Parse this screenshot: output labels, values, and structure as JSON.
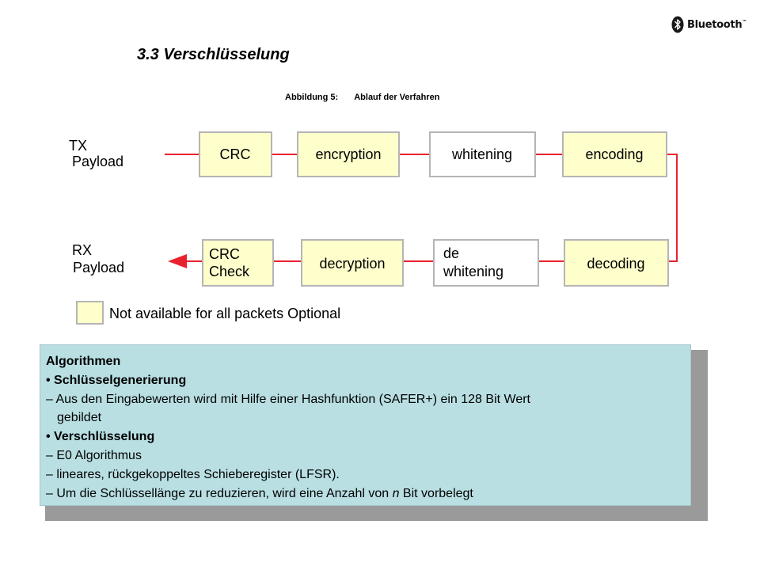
{
  "logo": {
    "text": "Bluetooth",
    "mark": "™",
    "icon": "bluetooth-rune-icon"
  },
  "title": "3.3 Verschlüsselung",
  "caption": {
    "label": "Abbildung 5:",
    "text": "Ablauf der Verfahren"
  },
  "diagram": {
    "tx_label": [
      "TX",
      "Payload"
    ],
    "rx_label": [
      "RX",
      "Payload"
    ],
    "tx_blocks": [
      "CRC",
      "encryption",
      "whitening",
      "encoding"
    ],
    "rx_blocks": [
      [
        "CRC",
        "Check"
      ],
      [
        "decryption"
      ],
      [
        "de",
        "whitening"
      ],
      [
        "decoding"
      ]
    ],
    "legend_text": "Not available for all packets Optional",
    "colors": {
      "line": "#e8232f",
      "block_fill": "#ffffcc",
      "block_border": "#b5b5b5"
    }
  },
  "textbox": {
    "heading": "Algorithmen",
    "bullet1": "• Schlüsselgenerierung",
    "dash1_a": "– Aus den Eingabewerten wird mit Hilfe einer Hashfunktion (SAFER+) ein 128 Bit Wert",
    "dash1_b": "gebildet",
    "bullet2": "• Verschlüsselung",
    "dash2": "– E0 Algorithmus",
    "dash3": "– lineares, rückgekoppeltes Schieberegister (LFSR).",
    "dash4_pre": "– Um die Schlüssellänge zu reduzieren, wird eine Anzahl von ",
    "dash4_var": "n",
    "dash4_post": " Bit vorbelegt",
    "colors": {
      "background": "#b9dfe3",
      "shadow": "#9a9a9a"
    }
  }
}
